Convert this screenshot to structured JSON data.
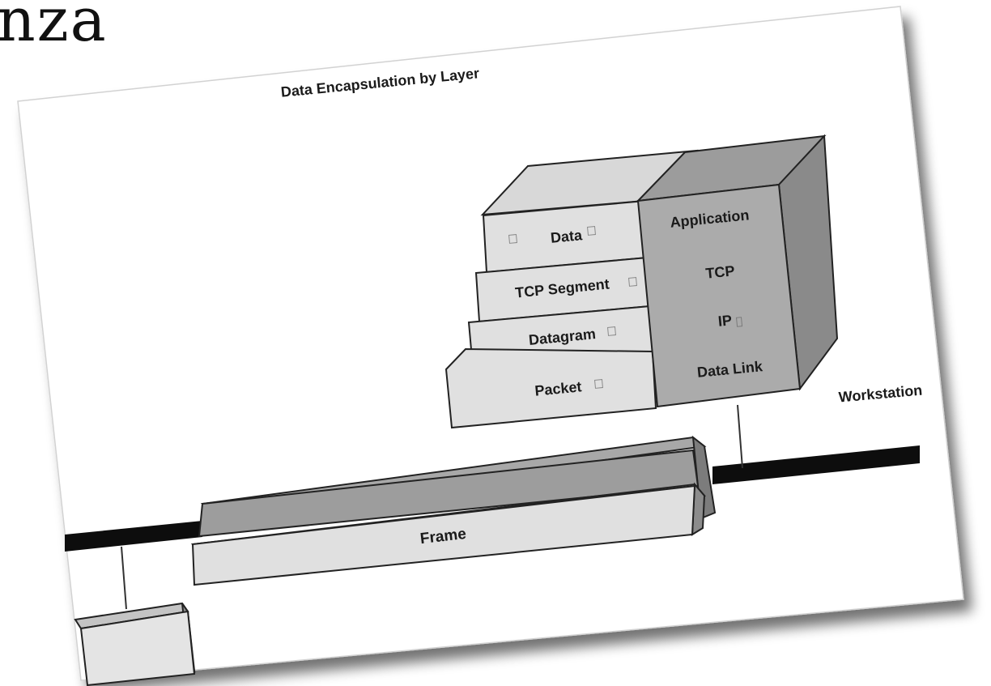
{
  "slide": {
    "title_fragment": "nza"
  },
  "diagram": {
    "title": "Data Encapsulation by Layer",
    "units": [
      "Data",
      "TCP Segment",
      "Datagram",
      "Packet"
    ],
    "layers": [
      "Application",
      "TCP",
      "IP",
      "Data Link"
    ],
    "device_label": "Workstation",
    "frame_label": "Frame",
    "colors": {
      "paper": "#ffffff",
      "light_box": "#e0e0e0",
      "medium_box": "#a8a8a8",
      "dark_box": "#8c8c8c",
      "cable": "#0d0d0d",
      "stroke": "#222222"
    }
  }
}
